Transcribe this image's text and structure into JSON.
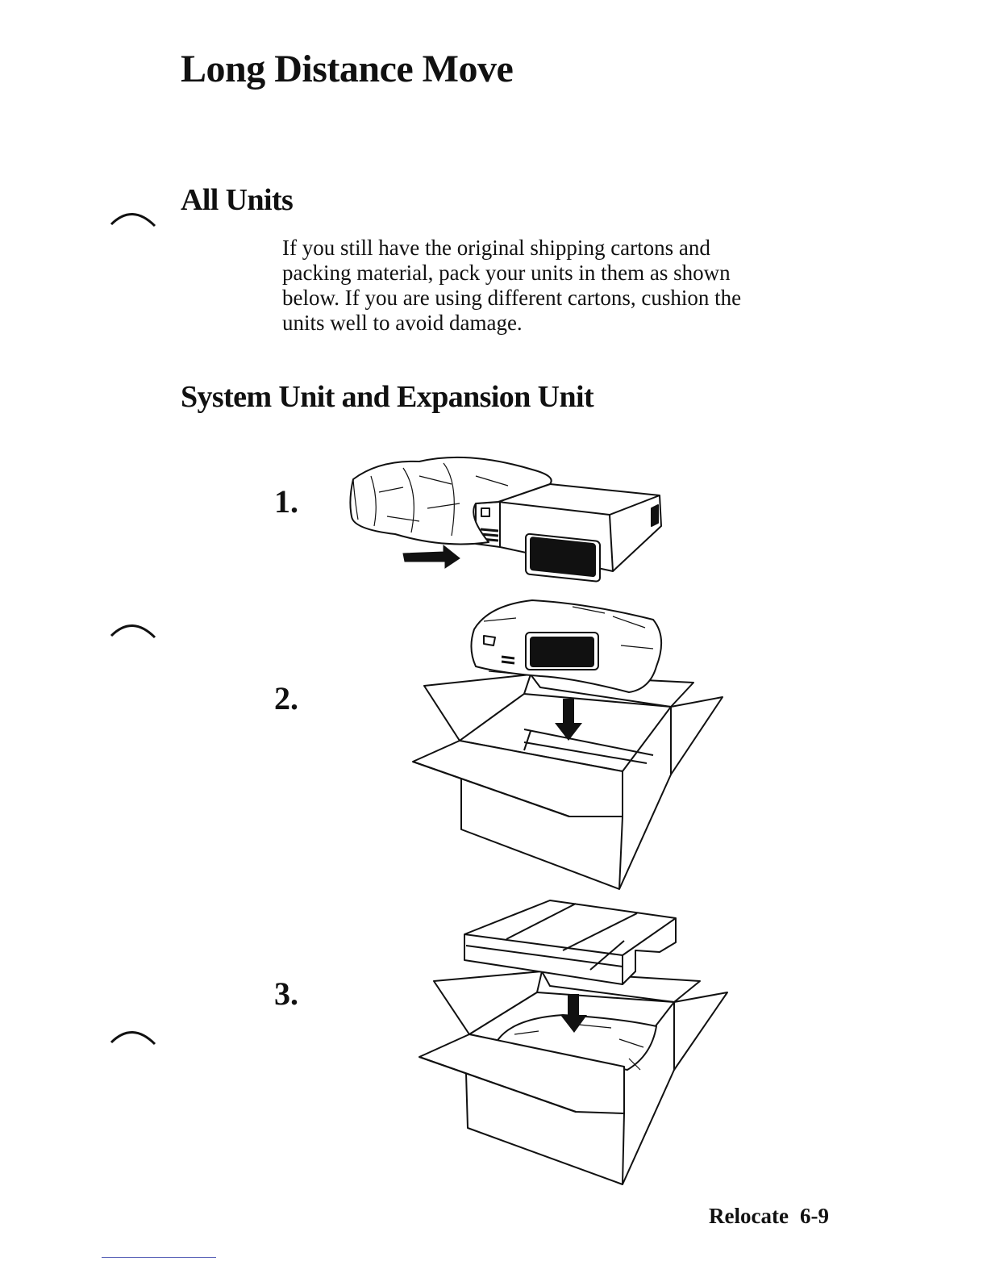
{
  "page": {
    "title": "Long Distance Move",
    "section_all_units": {
      "heading": "All Units",
      "paragraph_lines": [
        "If you still have the original shipping cartons and",
        "packing material, pack your units in them as shown",
        "below.  If you are using different cartons, cushion the",
        "units well to avoid damage."
      ]
    },
    "section_system_unit": {
      "heading": "System Unit and Expansion Unit",
      "steps": [
        {
          "label": "1."
        },
        {
          "label": "2."
        },
        {
          "label": "3."
        }
      ]
    },
    "footer": {
      "section": "Relocate",
      "page_number": "6-9"
    }
  }
}
